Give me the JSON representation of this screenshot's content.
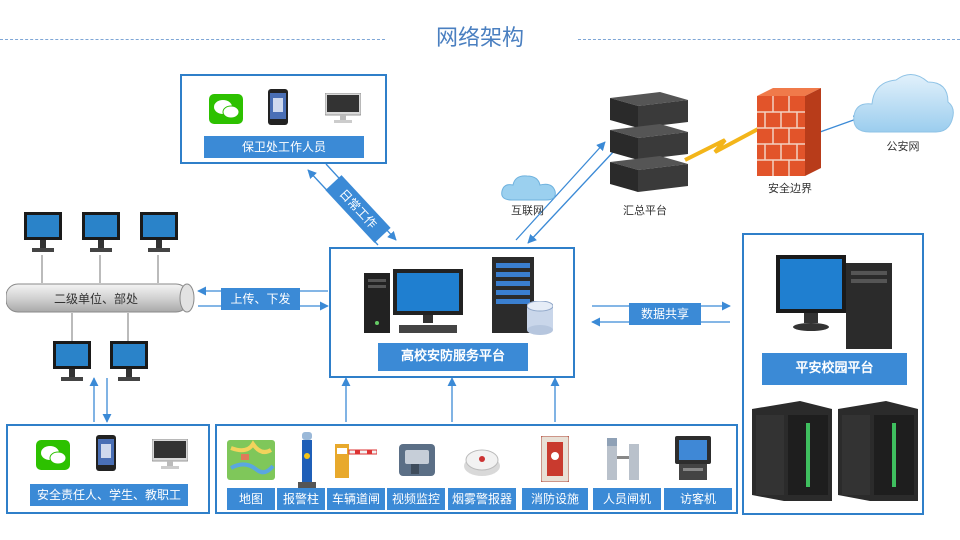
{
  "title": "网络架构",
  "guard_staff": {
    "label": "保卫处工作人员"
  },
  "daily_work": {
    "label": "日常工作"
  },
  "departments": {
    "label": "二级单位、部处"
  },
  "upload": {
    "label": "上传、下发"
  },
  "platform": {
    "label": "高校安防服务平台"
  },
  "data_share": {
    "label": "数据共享"
  },
  "campus": {
    "label": "平安校园平台"
  },
  "internet": {
    "label": "互联网"
  },
  "summary": {
    "label": "汇总平台"
  },
  "boundary": {
    "label": "安全边界"
  },
  "police": {
    "label": "公安网"
  },
  "responsible": {
    "label": "安全责任人、学生、教职工"
  },
  "devices": [
    "地图",
    "报警柱",
    "车辆道闸",
    "视频监控",
    "烟雾警报器",
    "消防设施",
    "人员闸机",
    "访客机"
  ]
}
